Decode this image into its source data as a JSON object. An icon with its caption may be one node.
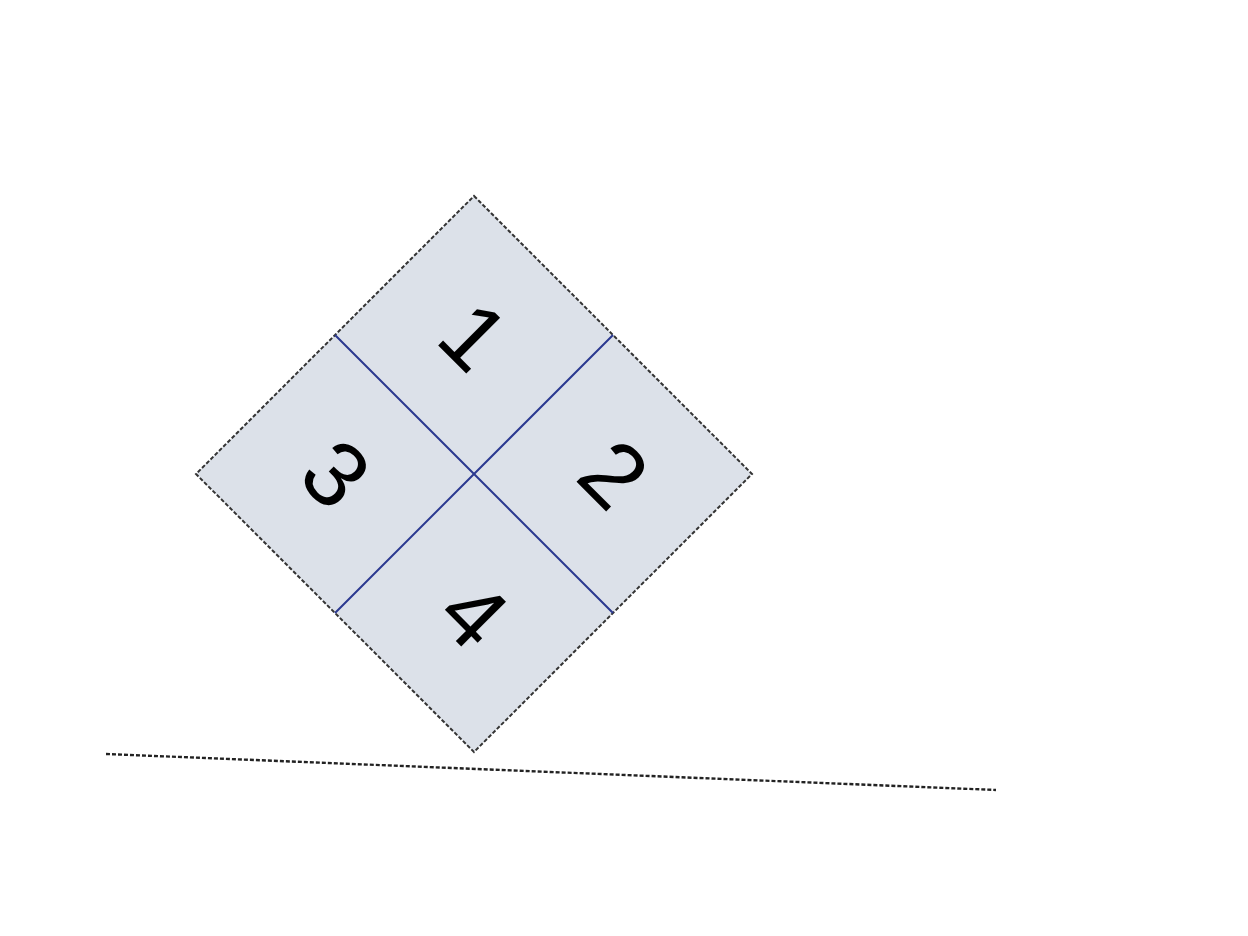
{
  "diagram": {
    "nodes": [
      {
        "text": [
          "1"
        ]
      },
      {
        "text": [
          "3"
        ]
      },
      {
        "text": [
          "2"
        ]
      },
      {
        "text": [
          "4"
        ]
      }
    ]
  }
}
